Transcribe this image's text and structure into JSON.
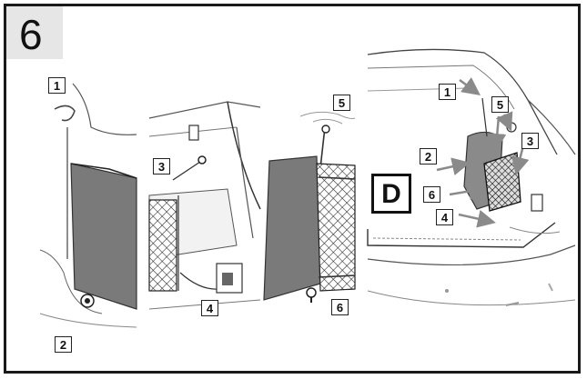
{
  "step": {
    "number": "6"
  },
  "panel1": {
    "labels": [
      "1",
      "2"
    ]
  },
  "panel2": {
    "labels": [
      "3",
      "4"
    ]
  },
  "panel3": {
    "labels": [
      "5",
      "6"
    ]
  },
  "panel4": {
    "badge": "D",
    "labels": [
      "1",
      "5",
      "3",
      "2",
      "6",
      "4"
    ]
  }
}
